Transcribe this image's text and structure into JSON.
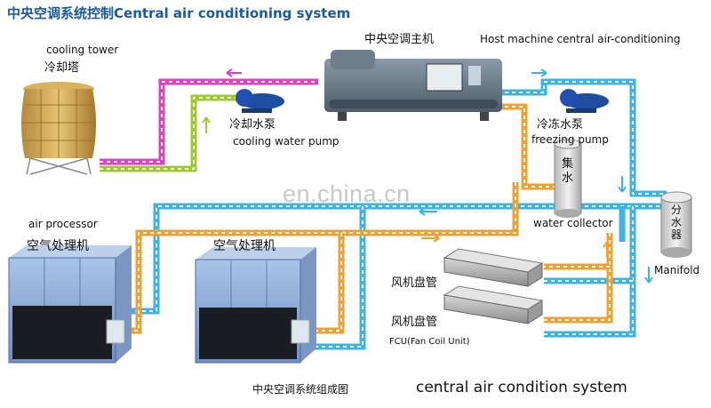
{
  "title": {
    "cn": "中央空调系统控制",
    "en": "Central air conditioning system"
  },
  "labels": {
    "cooling_tower_en": "cooling tower",
    "cooling_tower_cn": "冷却塔",
    "host_cn": "中央空调主机",
    "host_en": "Host machine central air-conditioning",
    "cooling_pump_cn": "冷却水泵",
    "cooling_pump_en": "cooling water pump",
    "freezing_pump_cn": "冷冻水泵",
    "freezing_pump_en": "freezing pump",
    "collector_cn_1": "集",
    "collector_cn_2": "水",
    "water_collector_en": "water collector",
    "manifold_cn_1": "分",
    "manifold_cn_2": "水",
    "manifold_cn_3": "器",
    "manifold_en": "Manifold",
    "air_processor_en": "air processor",
    "air_unit1_cn": "空气处理机",
    "air_unit2_cn": "空气处理机",
    "fcu1_cn": "风机盘管",
    "fcu2_cn": "风机盘管",
    "fcu_en": "FCU(Fan Coil Unit)",
    "bottom_cn": "中央空调系统组成图",
    "bottom_en": "central air condition system"
  },
  "watermark": "en.china.cn",
  "colors": {
    "magenta_pipe": "#e040c8",
    "green_pipe": "#9ccc2c",
    "cyan_pipe": "#3cb4e6",
    "orange_pipe": "#f0a030",
    "dash": "#ffffff",
    "title": "#1a5aa0"
  }
}
